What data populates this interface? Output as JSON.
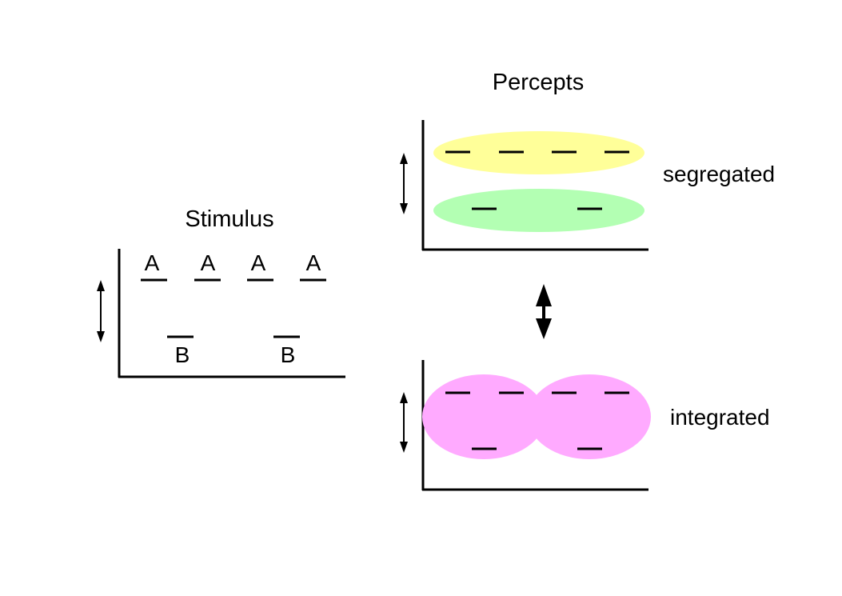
{
  "stimulus": {
    "title": "Stimulus",
    "a_label": "A",
    "b_label": "B"
  },
  "percepts": {
    "title": "Percepts",
    "segregated": {
      "label": "segregated",
      "stream_a_color": "#ffff99",
      "stream_b_color": "#b3ffb3"
    },
    "integrated": {
      "label": "integrated",
      "color": "#ffaaff"
    }
  },
  "icons": {
    "frequency_axis": "double-headed-arrow-icon",
    "switch": "bold-double-headed-arrow-icon"
  }
}
